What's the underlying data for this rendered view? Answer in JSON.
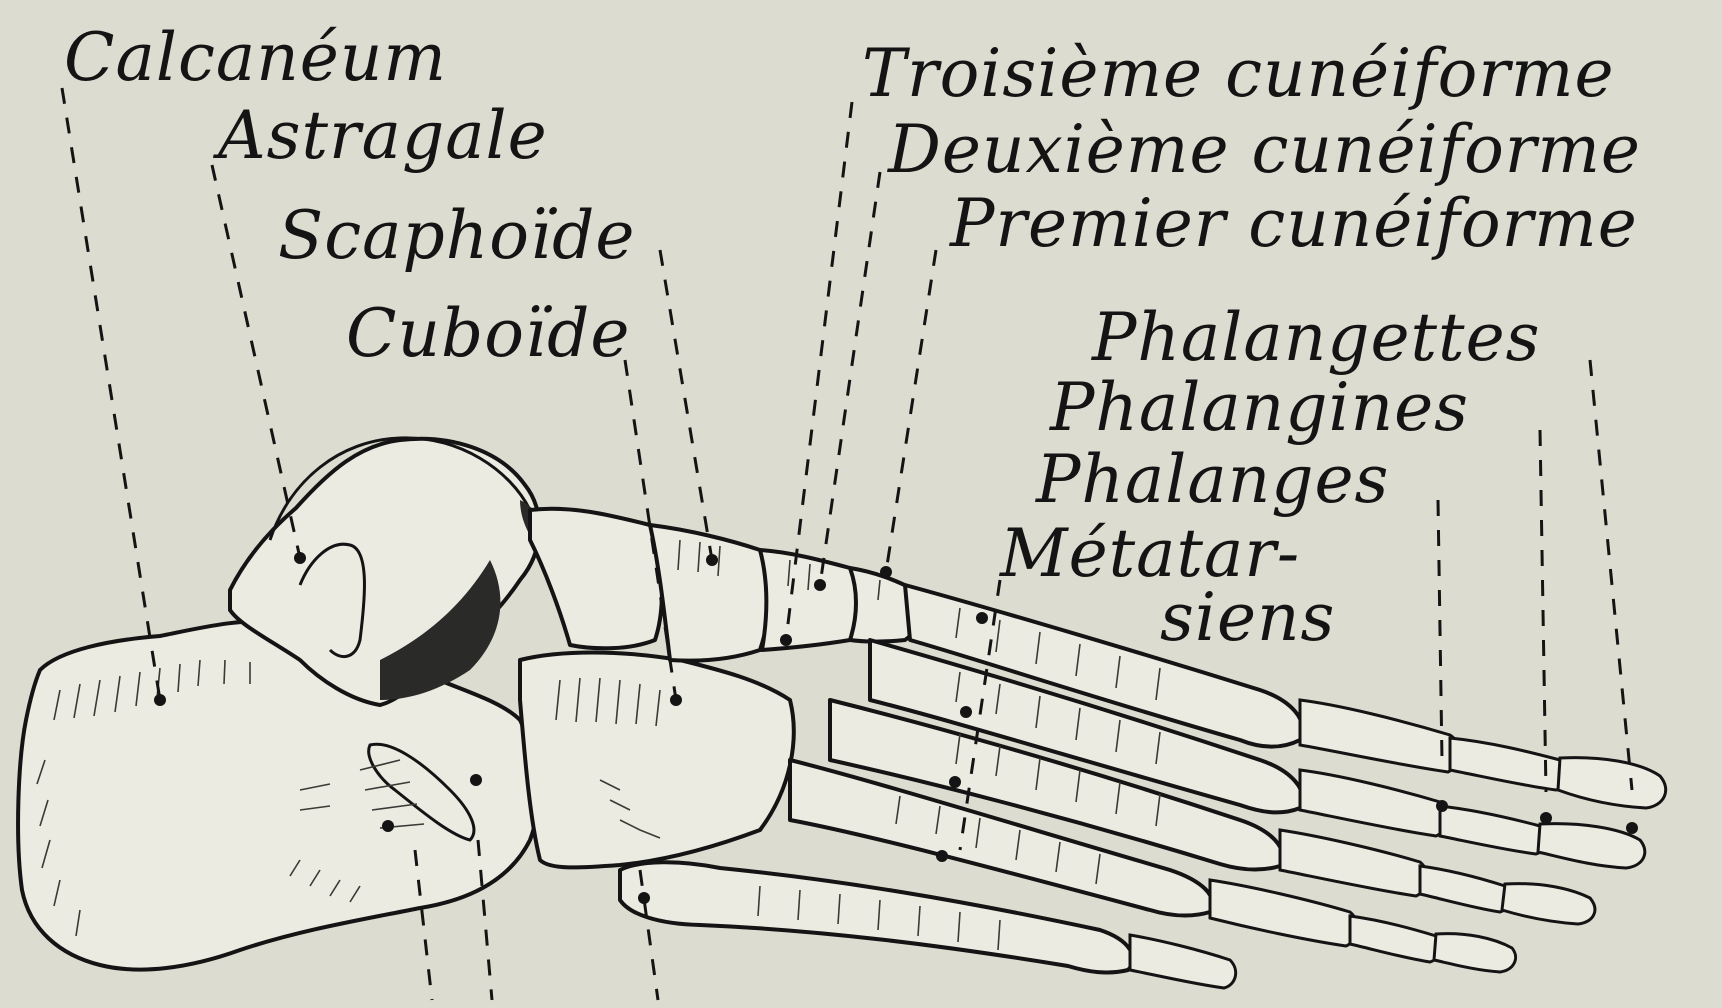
{
  "figure": {
    "labels": {
      "calcaneum": "Calcanéum",
      "astragale": "Astragale",
      "scaphoide": "Scaphoïde",
      "cuboide": "Cuboïde",
      "troisieme_cuneiforme": "Troisième cunéiforme",
      "deuxieme_cuneiforme": "Deuxième cunéiforme",
      "premier_cuneiforme": "Premier cunéiforme",
      "phalangettes": "Phalangettes",
      "phalangines": "Phalangines",
      "phalanges": "Phalanges",
      "metatarsiens_line1": "Métatar-",
      "metatarsiens_line2": "siens"
    },
    "colors": {
      "paper": "#dcdcd0",
      "ink": "#141414",
      "bone": "#ecebe2"
    }
  }
}
